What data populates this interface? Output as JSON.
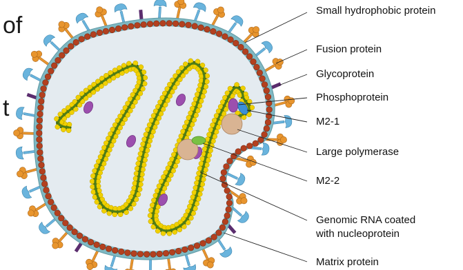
{
  "page": {
    "fragment_top": "of",
    "fragment_mid": "t"
  },
  "diagram": {
    "colors": {
      "membrane": "#7fb8c2",
      "interior": "#e4ebf0",
      "matrix": "#b3401f",
      "genome_strand": "#4f7d17",
      "nucleoprotein": "#f0d000",
      "fusion": "#e8952e",
      "glycoprotein": "#6ab4dd",
      "small_hydrophobic": "#5b2d6e",
      "phosphoprotein": "#9c4fae",
      "polymerase": "#d9b493",
      "m2_2": "#7ac143"
    },
    "labels": [
      {
        "id": "sh",
        "text": "Small hydrophobic protein"
      },
      {
        "id": "fusion",
        "text": "Fusion protein"
      },
      {
        "id": "glyco",
        "text": "Glycoprotein"
      },
      {
        "id": "phospho",
        "text": "Phosphoprotein"
      },
      {
        "id": "m21",
        "text": "M2-1"
      },
      {
        "id": "pol",
        "text": "Large polymerase"
      },
      {
        "id": "m22",
        "text": "M2-2"
      },
      {
        "id": "rna1",
        "text": "Genomic RNA coated"
      },
      {
        "id": "rna2",
        "text": "with nucleoprotein"
      },
      {
        "id": "matrix",
        "text": "Matrix protein"
      }
    ]
  }
}
